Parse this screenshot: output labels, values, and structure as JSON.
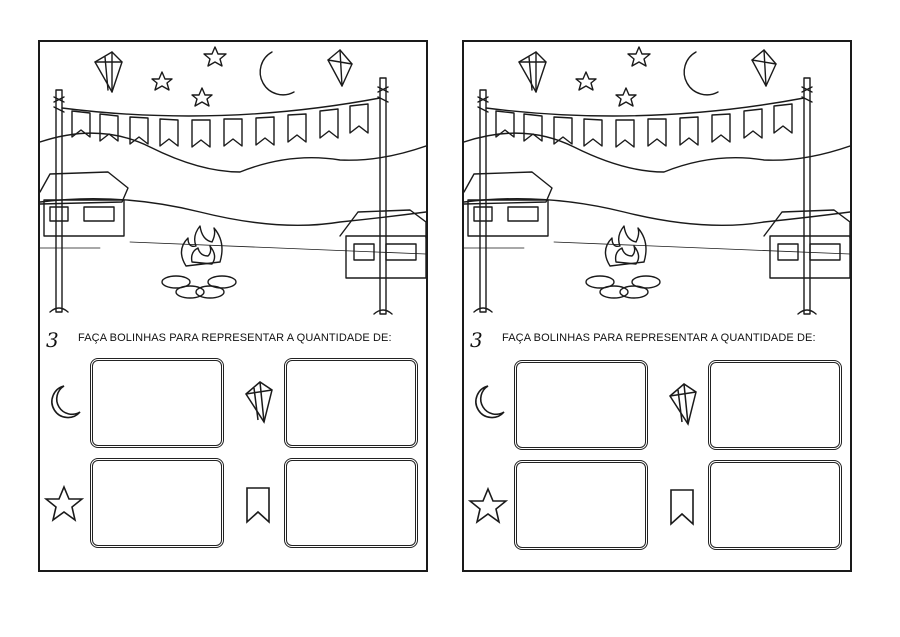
{
  "pages": [
    {
      "instruction": "FAÇA BOLINHAS PARA REPRESENTAR A QUANTIDADE DE:",
      "number_mark": "3",
      "items": [
        {
          "icon": "moon-icon"
        },
        {
          "icon": "balloon-lantern-icon"
        },
        {
          "icon": "star-icon"
        },
        {
          "icon": "flag-icon"
        }
      ]
    },
    {
      "instruction": "FAÇA BOLINHAS PARA REPRESENTAR A QUANTIDADE DE:",
      "number_mark": "3",
      "items": [
        {
          "icon": "moon-icon"
        },
        {
          "icon": "balloon-lantern-icon"
        },
        {
          "icon": "star-icon"
        },
        {
          "icon": "flag-icon"
        }
      ]
    }
  ],
  "colors": {
    "ink": "#1a1a1a",
    "paper": "#ffffff"
  }
}
